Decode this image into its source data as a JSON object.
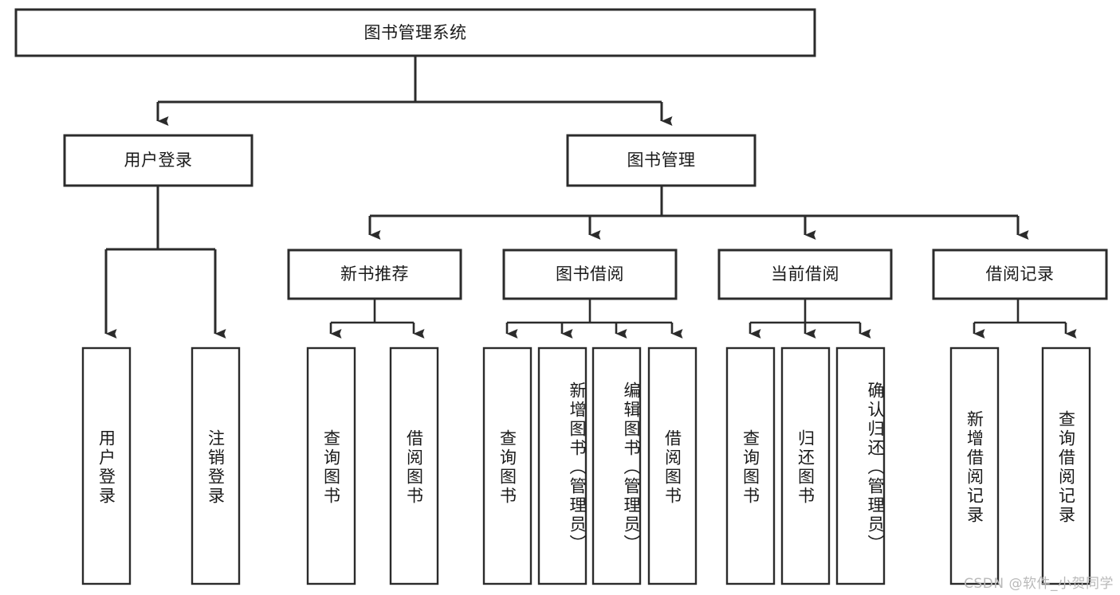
{
  "diagram": {
    "type": "tree-hierarchy-chart",
    "title_node": "图书管理系统",
    "levels": 4,
    "level1": [
      {
        "id": "root",
        "label": "图书管理系统"
      }
    ],
    "level2": [
      {
        "id": "user-login",
        "label": "用户登录"
      },
      {
        "id": "book-manage",
        "label": "图书管理"
      }
    ],
    "level3": [
      {
        "id": "new-book-recommend",
        "label": "新书推荐",
        "parent": "book-manage"
      },
      {
        "id": "book-borrow",
        "label": "图书借阅",
        "parent": "book-manage"
      },
      {
        "id": "current-borrow",
        "label": "当前借阅",
        "parent": "book-manage"
      },
      {
        "id": "borrow-record",
        "label": "借阅记录",
        "parent": "book-manage"
      }
    ],
    "leaves": [
      {
        "id": "leaf-user-login",
        "label": "用户登录",
        "parent": "user-login"
      },
      {
        "id": "leaf-logout-login",
        "label": "注销登录",
        "parent": "user-login"
      },
      {
        "id": "leaf-query-book-1",
        "label": "查询图书",
        "parent": "new-book-recommend"
      },
      {
        "id": "leaf-borrow-book-1",
        "label": "借阅图书",
        "parent": "new-book-recommend"
      },
      {
        "id": "leaf-query-book-2",
        "label": "查询图书",
        "parent": "book-borrow"
      },
      {
        "id": "leaf-add-book",
        "label": "新增图书（管理员）",
        "parent": "book-borrow"
      },
      {
        "id": "leaf-edit-book",
        "label": "编辑图书（管理员）",
        "parent": "book-borrow"
      },
      {
        "id": "leaf-borrow-book-2",
        "label": "借阅图书",
        "parent": "book-borrow"
      },
      {
        "id": "leaf-query-book-3",
        "label": "查询图书",
        "parent": "current-borrow"
      },
      {
        "id": "leaf-return-book",
        "label": "归还图书",
        "parent": "current-borrow"
      },
      {
        "id": "leaf-confirm-return",
        "label": "确认归还（管理员）",
        "parent": "current-borrow"
      },
      {
        "id": "leaf-add-record",
        "label": "新增借阅记录",
        "parent": "borrow-record"
      },
      {
        "id": "leaf-query-record",
        "label": "查询借阅记录",
        "parent": "borrow-record"
      }
    ],
    "colors": {
      "stroke": "#2b2b2b",
      "fill": "#ffffff",
      "text": "#1a1a1a",
      "watermark": "#b9b9b9"
    }
  },
  "watermark": {
    "text": "CSDN @软件_小贺同学"
  }
}
